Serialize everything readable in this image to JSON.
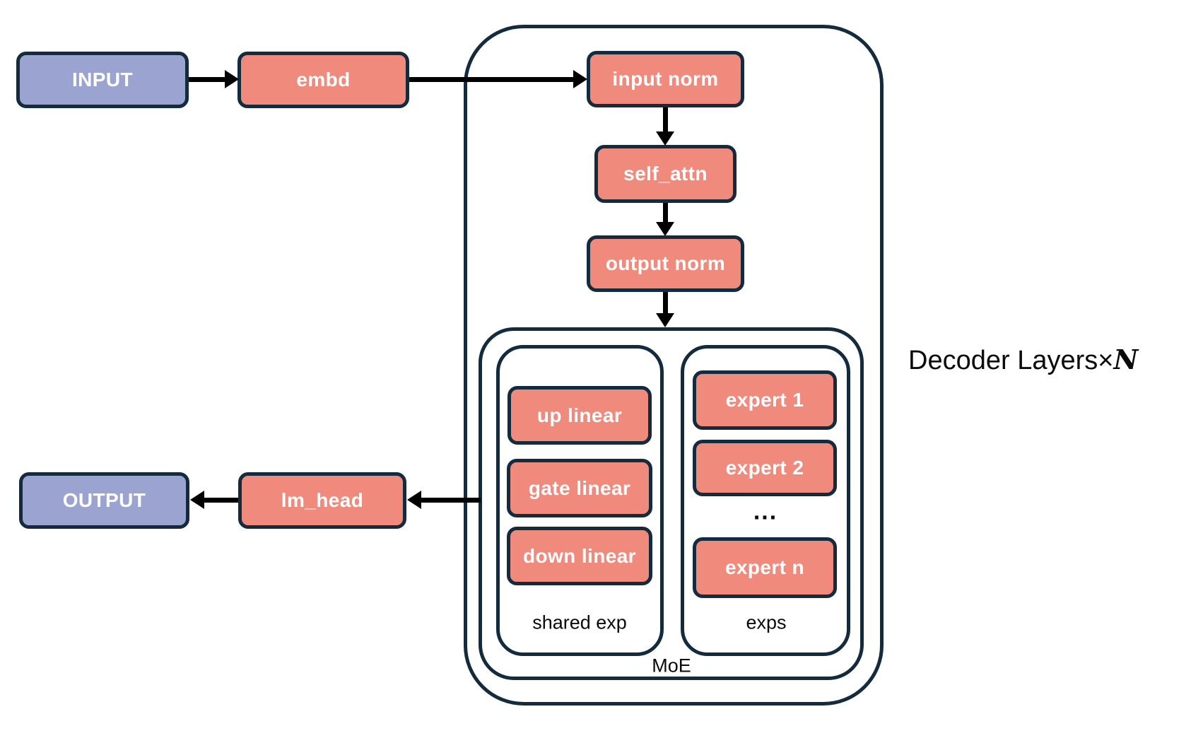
{
  "diagram": {
    "nodes": {
      "input": "INPUT",
      "embd": "embd",
      "input_norm": "input norm",
      "self_attn": "self_attn",
      "output_norm": "output norm",
      "up_linear": "up linear",
      "gate_linear": "gate linear",
      "down_linear": "down linear",
      "expert_1": "expert 1",
      "expert_2": "expert 2",
      "experts_ellipsis": "...",
      "expert_n": "expert n",
      "lm_head": "lm_head",
      "output": "OUTPUT"
    },
    "groups": {
      "shared_exp_label": "shared exp",
      "exps_label": "exps",
      "moe_label": "MoE"
    },
    "annotations": {
      "decoder_layers_text": "Decoder Layers",
      "times_symbol": "×",
      "layer_count_symbol": "N"
    },
    "colors": {
      "module_fill": "#F08A7D",
      "io_fill": "#9BA3D1",
      "outline": "#132B3D",
      "arrow": "#000000",
      "background": "#FFFFFF",
      "node_text": "#FFFFFF",
      "label_text": "#0A0A0A"
    }
  }
}
